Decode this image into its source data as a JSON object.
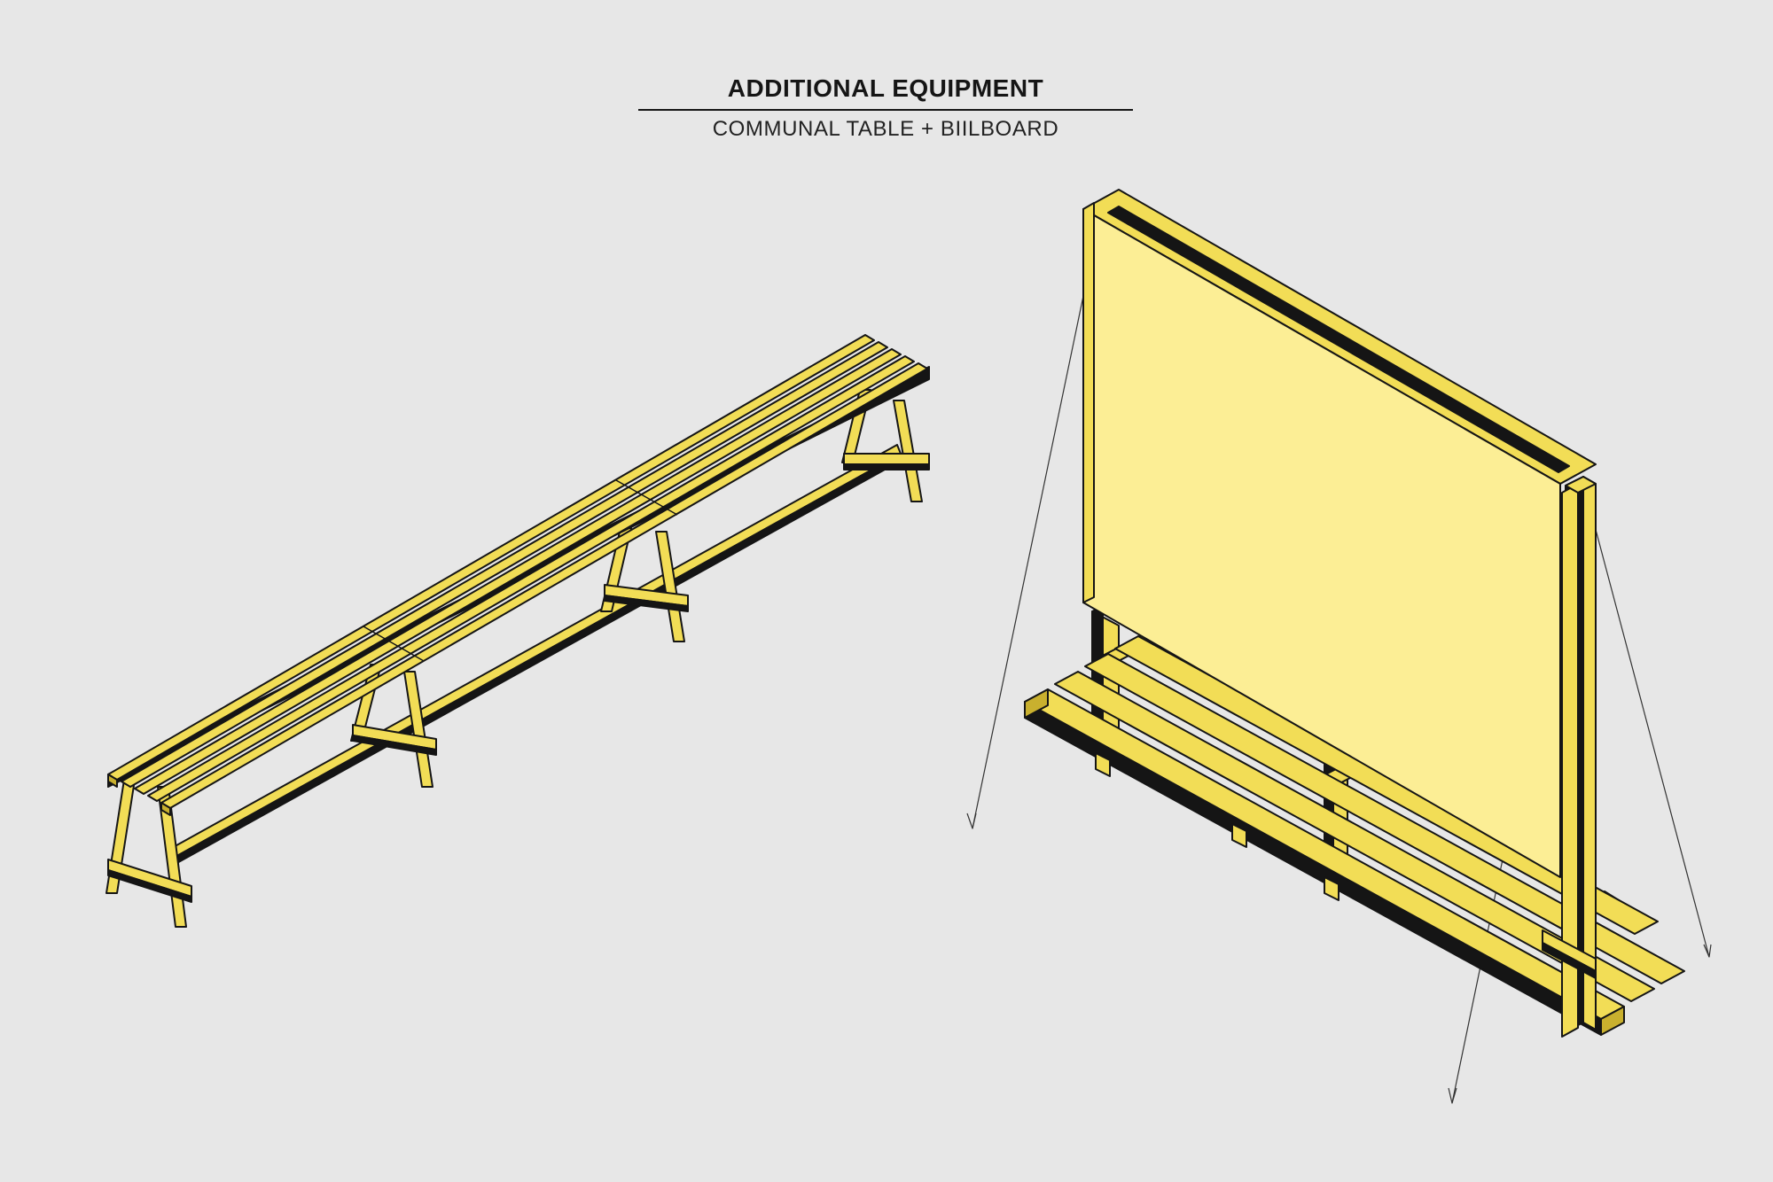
{
  "header": {
    "title": "ADDITIONAL EQUIPMENT",
    "subtitle": "COMMUNAL TABLE + BIILBOARD"
  },
  "colors": {
    "background": "#e7e7e7",
    "wood": "#f2dd56",
    "wood_dark": "#c9b02e",
    "board_face": "#fcee95",
    "outline": "#151515"
  },
  "illustrations": [
    {
      "id": "communal-table",
      "description_icon": "trestle-table-icon"
    },
    {
      "id": "billboard",
      "description_icon": "billboard-icon"
    }
  ]
}
